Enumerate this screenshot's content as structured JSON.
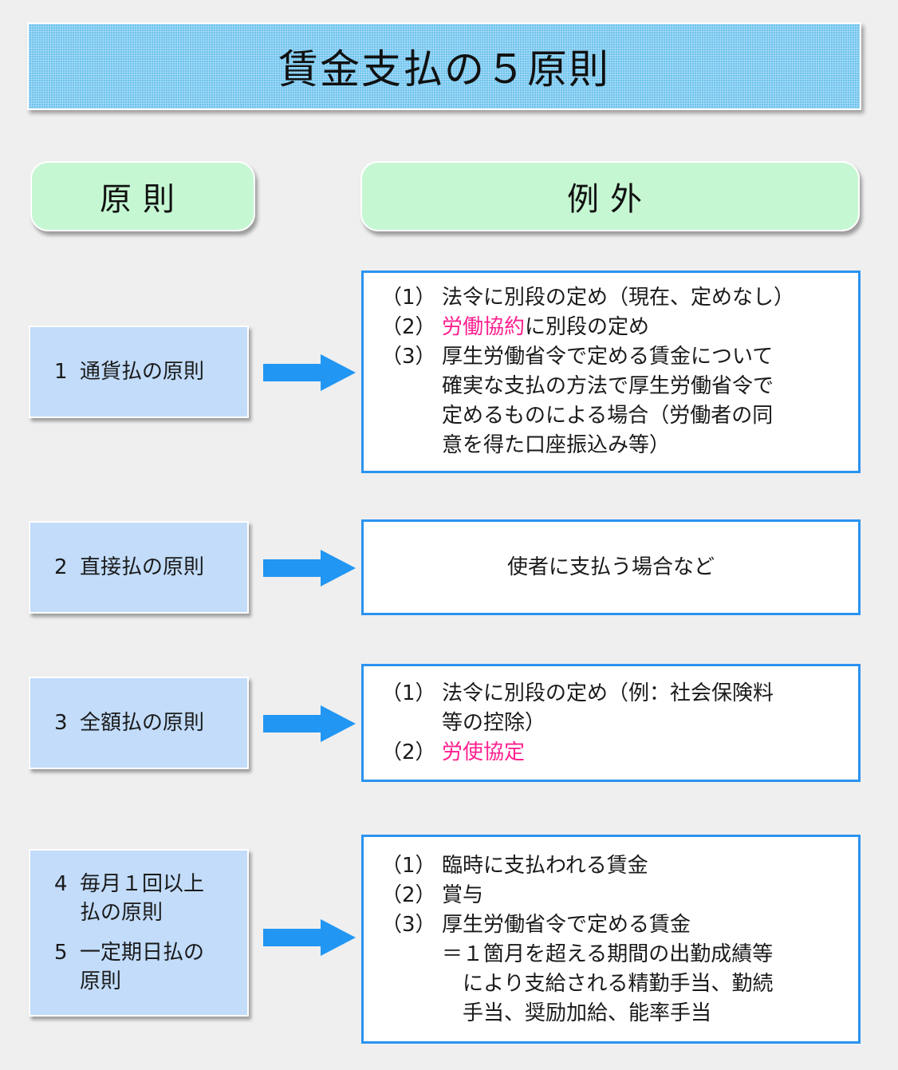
{
  "title": "賃金支払の５原則",
  "headers": {
    "principle": "原則",
    "exception": "例外"
  },
  "colors": {
    "banner": "#6fc4ef",
    "header_fill": "#c6f7d3",
    "principle_fill": "#c2dcfa",
    "exception_border": "#2a93f0",
    "arrow": "#2196f3",
    "highlight": "#ff1f8f"
  },
  "rows": [
    {
      "principles": [
        {
          "num": "1",
          "text": "通貨払の原則"
        }
      ],
      "exceptions": [
        {
          "num": "（1）",
          "text": "法令に別段の定め（現在、定めなし）"
        },
        {
          "num": "（2）",
          "highlight": "労働協約",
          "text": "に別段の定め"
        },
        {
          "num": "（3）",
          "text": "厚生労働省令で定める賃金について\n確実な支払の方法で厚生労働省令で\n定めるものによる場合（労働者の同\n意を得た口座振込み等）"
        }
      ]
    },
    {
      "principles": [
        {
          "num": "2",
          "text": "直接払の原則"
        }
      ],
      "exception_text": "使者に支払う場合など"
    },
    {
      "principles": [
        {
          "num": "3",
          "text": "全額払の原則"
        }
      ],
      "exceptions": [
        {
          "num": "（1）",
          "text": "法令に別段の定め（例：社会保険料\n等の控除）"
        },
        {
          "num": "（2）",
          "highlight": "労使協定",
          "text": ""
        }
      ]
    },
    {
      "principles": [
        {
          "num": "4",
          "text": "毎月１回以上\n払の原則"
        },
        {
          "num": "5",
          "text": "一定期日払の\n原則"
        }
      ],
      "exceptions": [
        {
          "num": "（1）",
          "text": "臨時に支払われる賃金"
        },
        {
          "num": "（2）",
          "text": "賞与"
        },
        {
          "num": "（3）",
          "text": "厚生労働省令で定める賃金"
        }
      ],
      "exception_note": "＝１箇月を超える期間の出勤成績等\n　により支給される精勤手当、勤続\n　手当、奨励加給、能率手当"
    }
  ]
}
